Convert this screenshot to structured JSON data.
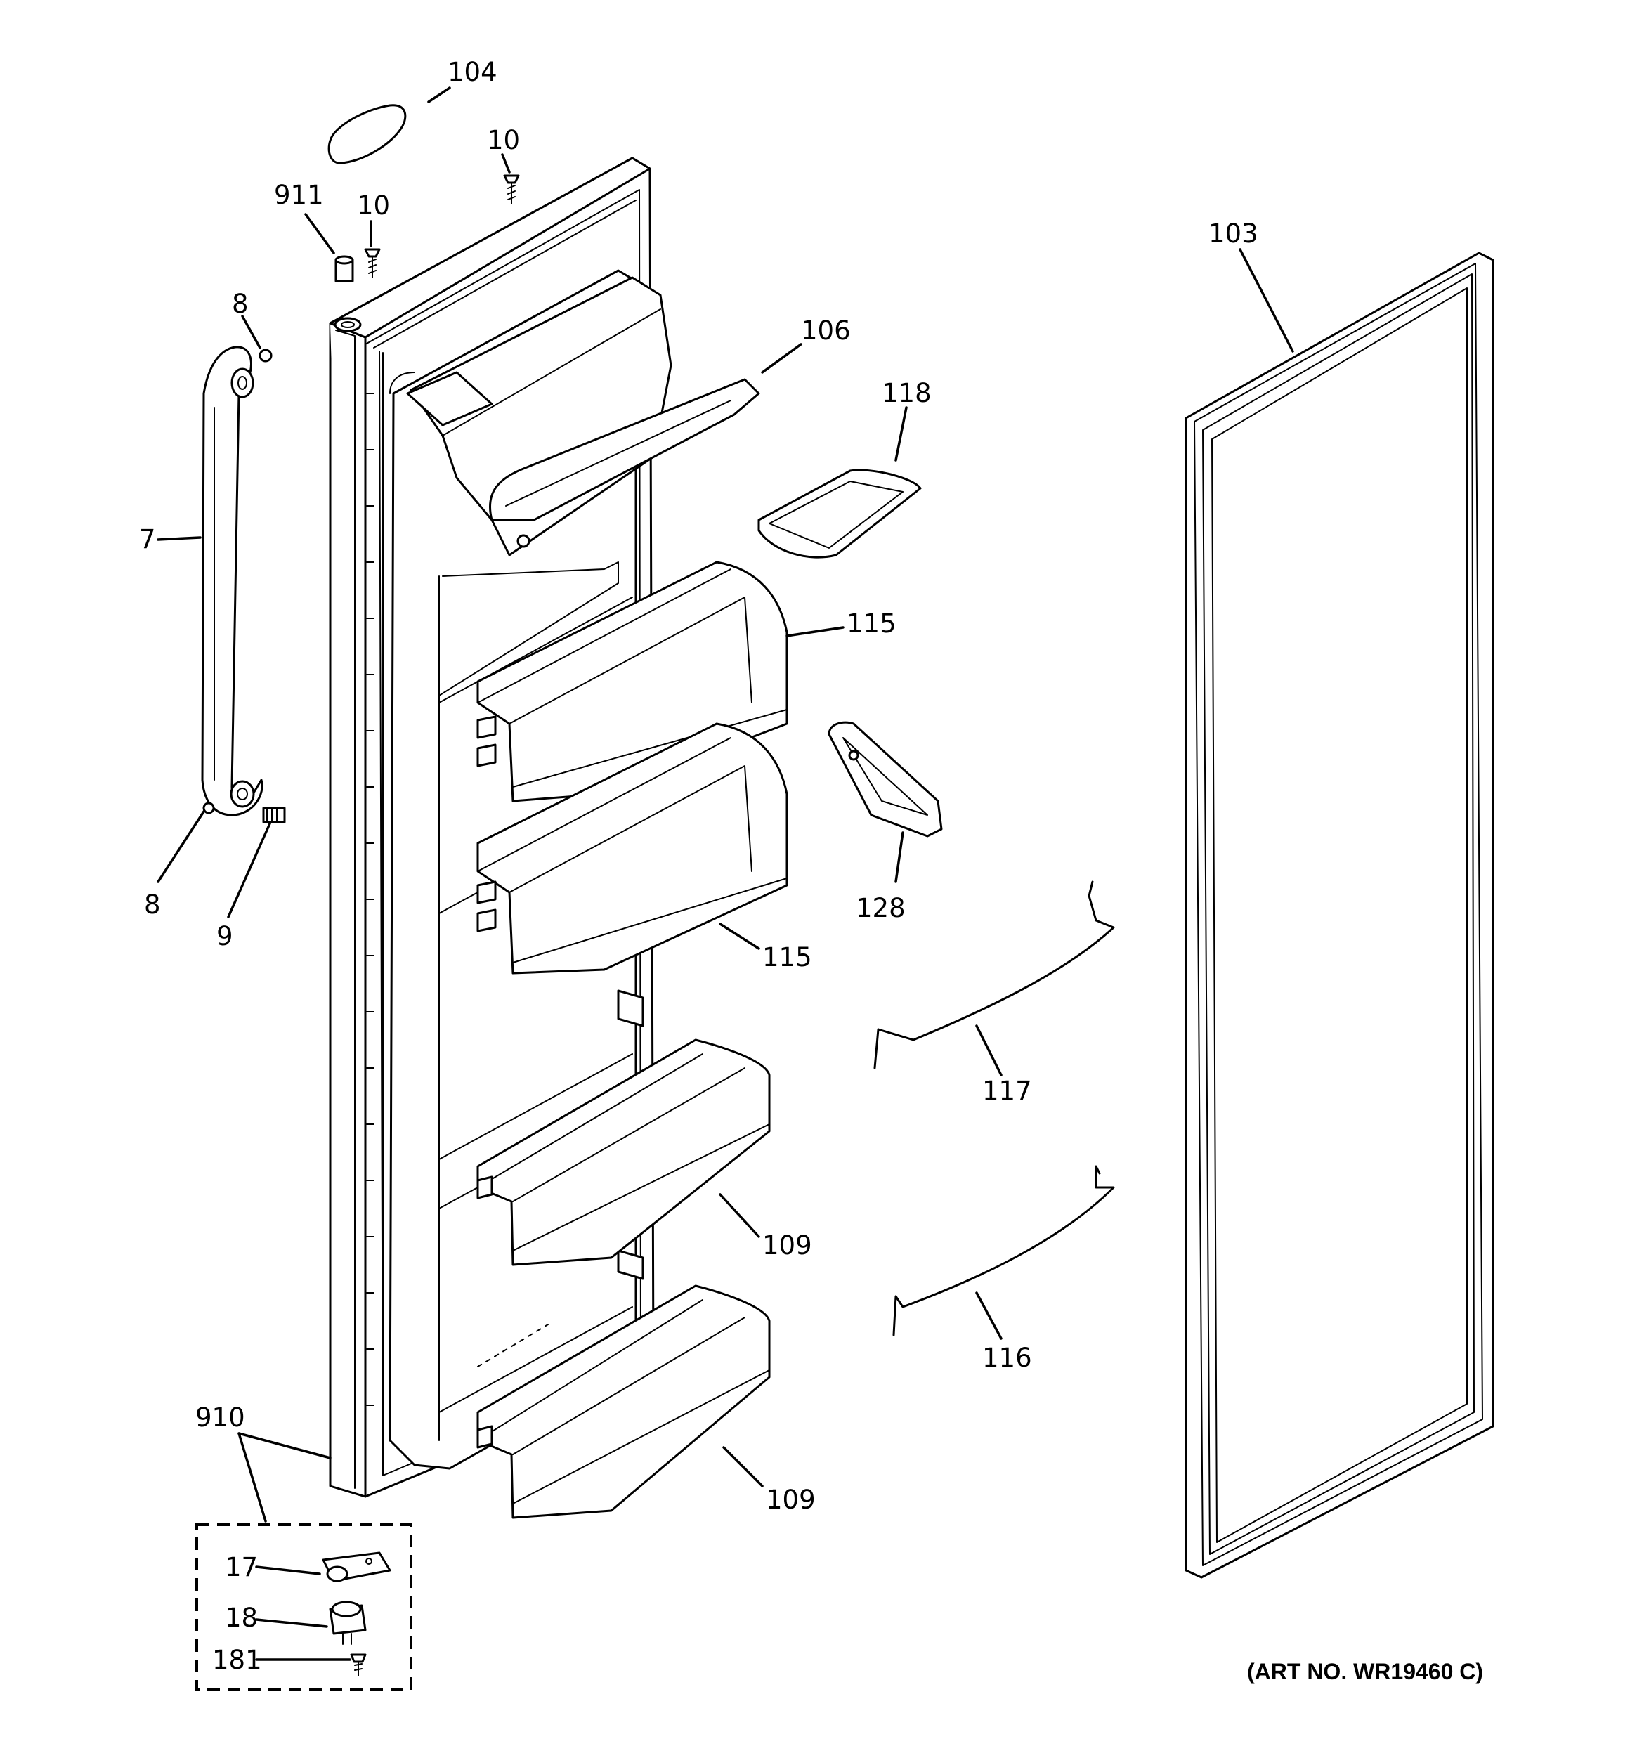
{
  "diagram": {
    "art_number": "(ART NO. WR19460 C)",
    "callouts": {
      "c104": "104",
      "c10_top": "10",
      "c911": "911",
      "c10_left": "10",
      "c103": "103",
      "c8_top": "8",
      "c106": "106",
      "c118": "118",
      "c7": "7",
      "c115_upper": "115",
      "c128": "128",
      "c8_bottom": "8",
      "c9": "9",
      "c115_lower": "115",
      "c117": "117",
      "c109_upper": "109",
      "c116": "116",
      "c910": "910",
      "c109_lower": "109",
      "c17": "17",
      "c18": "18",
      "c181": "181"
    }
  }
}
